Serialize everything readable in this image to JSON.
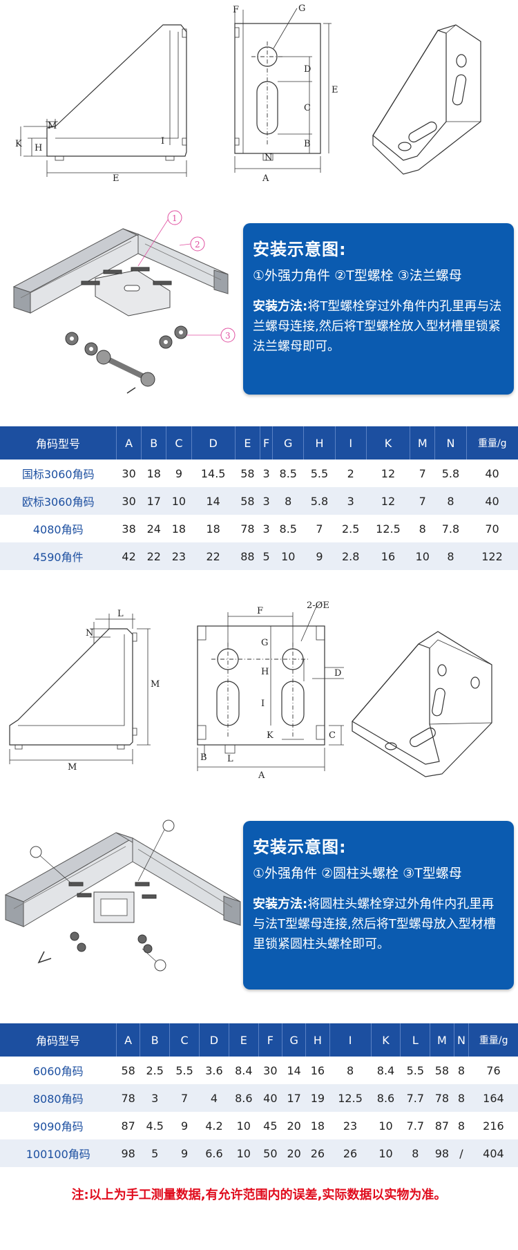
{
  "diagram1": {
    "labels": [
      "F",
      "G",
      "D",
      "C",
      "B",
      "E",
      "M",
      "K",
      "H",
      "I",
      "N",
      "A",
      "E"
    ]
  },
  "install1": {
    "callouts": [
      "1",
      "2",
      "3"
    ],
    "title": "安装示意图:",
    "parts": "①外强力角件 ②T型螺栓 ③法兰螺母",
    "method_label": "安装方法:",
    "method_text": "将T型螺栓穿过外角件内孔里再与法兰螺母连接,然后将T型螺栓放入型材槽里锁紧法兰螺母即可。"
  },
  "table1": {
    "headers": [
      "角码型号",
      "A",
      "B",
      "C",
      "D",
      "E",
      "F",
      "G",
      "H",
      "I",
      "K",
      "M",
      "N",
      "重量/g"
    ],
    "rows": [
      [
        "国标3060角码",
        "30",
        "18",
        "9",
        "14.5",
        "58",
        "3",
        "8.5",
        "5.5",
        "2",
        "12",
        "7",
        "5.8",
        "40"
      ],
      [
        "欧标3060角码",
        "30",
        "17",
        "10",
        "14",
        "58",
        "3",
        "8",
        "5.8",
        "3",
        "12",
        "7",
        "8",
        "40"
      ],
      [
        "4080角码",
        "38",
        "24",
        "18",
        "18",
        "78",
        "3",
        "8.5",
        "7",
        "2.5",
        "12.5",
        "8",
        "7.8",
        "70"
      ],
      [
        "4590角件",
        "42",
        "22",
        "23",
        "22",
        "88",
        "5",
        "10",
        "9",
        "2.8",
        "16",
        "10",
        "8",
        "122"
      ]
    ]
  },
  "diagram2": {
    "labels": [
      "L",
      "N",
      "M",
      "M",
      "F",
      "2-ØE",
      "G",
      "D",
      "H",
      "I",
      "K",
      "C",
      "B",
      "L",
      "A"
    ]
  },
  "install2": {
    "title": "安装示意图:",
    "parts": "①外强角件 ②圆柱头螺栓 ③T型螺母",
    "method_label": "安装方法:",
    "method_text": "将圆柱头螺栓穿过外角件内孔里再与法T型螺母连接,然后将T型螺母放入型材槽里锁紧圆柱头螺栓即可。"
  },
  "table2": {
    "headers": [
      "角码型号",
      "A",
      "B",
      "C",
      "D",
      "E",
      "F",
      "G",
      "H",
      "I",
      "K",
      "L",
      "M",
      "N",
      "重量/g"
    ],
    "rows": [
      [
        "6060角码",
        "58",
        "2.5",
        "5.5",
        "3.6",
        "8.4",
        "30",
        "14",
        "16",
        "8",
        "8.4",
        "5.5",
        "58",
        "8",
        "76"
      ],
      [
        "8080角码",
        "78",
        "3",
        "7",
        "4",
        "8.6",
        "40",
        "17",
        "19",
        "12.5",
        "8.6",
        "7.7",
        "78",
        "8",
        "164"
      ],
      [
        "9090角码",
        "87",
        "4.5",
        "9",
        "4.2",
        "10",
        "45",
        "20",
        "18",
        "23",
        "10",
        "7.7",
        "87",
        "8",
        "216"
      ],
      [
        "100100角码",
        "98",
        "5",
        "9",
        "6.6",
        "10",
        "50",
        "20",
        "26",
        "26",
        "10",
        "8",
        "98",
        "/",
        "404"
      ]
    ]
  },
  "footer": {
    "note": "注:以上为手工测量数据,有允许范围内的误差,实际数据以实物为准。"
  },
  "colors": {
    "box_blue": "#0b5bb0",
    "table_header": "#1c4fa0",
    "row_alt": "#e9eef6",
    "note_red": "#e00b1c"
  }
}
